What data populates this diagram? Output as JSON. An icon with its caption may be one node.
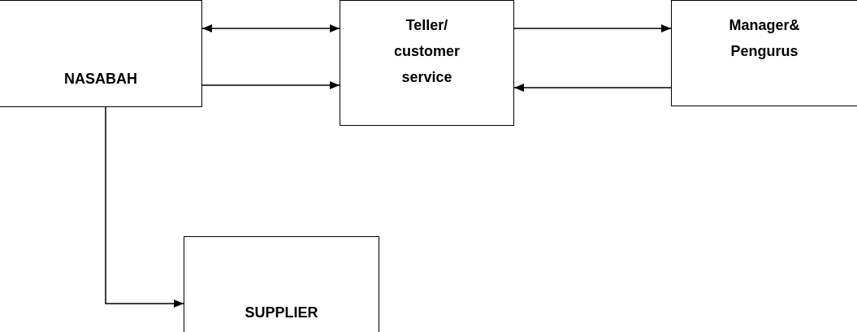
{
  "diagram": {
    "nodes": [
      {
        "text": [
          "NASABAH"
        ]
      },
      {
        "text": [
          "Teller/ customer service"
        ]
      },
      {
        "text": [
          "Manager& Pengurus"
        ]
      },
      {
        "text": [
          "SUPPLIER"
        ]
      }
    ],
    "edges": [
      {
        "from": 0,
        "to": 1,
        "arrow": "both"
      },
      {
        "from": 0,
        "to": 1,
        "arrow": "to"
      },
      {
        "from": 1,
        "to": 2,
        "arrow": "to"
      },
      {
        "from": 2,
        "to": 1,
        "arrow": "to"
      },
      {
        "from": 0,
        "to": 3,
        "arrow": "to"
      }
    ]
  }
}
